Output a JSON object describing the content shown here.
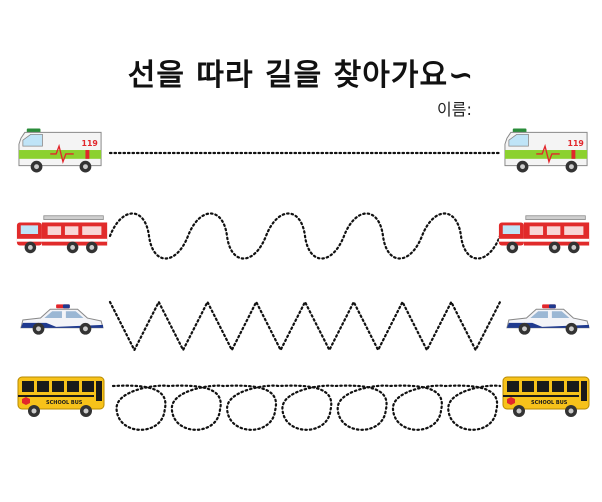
{
  "worksheet": {
    "title": "선을 따라 길을 찾아가요",
    "title_mark": "∽",
    "name_label": "이름:"
  },
  "colors": {
    "ink": "#111111",
    "ambulance_body": "#f4f4f4",
    "ambulance_stripe": "#8cd12f",
    "ambulance_accent": "#e2262b",
    "firetruck_body": "#e12b2b",
    "firetruck_accent": "#ffffff",
    "police_body": "#f3f4f8",
    "police_stripe": "#1f3a8f",
    "schoolbus_body": "#f7c21a",
    "schoolbus_accent": "#1a1a1a"
  },
  "vehicles": [
    {
      "type": "ambulance",
      "icon": "ambulance-icon",
      "decal": "119"
    },
    {
      "type": "fire-truck",
      "icon": "fire-truck-icon",
      "decal": ""
    },
    {
      "type": "police-car",
      "icon": "police-car-icon",
      "decal": ""
    },
    {
      "type": "school-bus",
      "icon": "school-bus-icon",
      "decal": "SCHOOL BUS"
    }
  ],
  "tracing_paths": [
    {
      "pattern": "straight"
    },
    {
      "pattern": "wave",
      "repeats": 5
    },
    {
      "pattern": "zigzag",
      "repeats": 8
    },
    {
      "pattern": "loops",
      "repeats": 7
    }
  ]
}
